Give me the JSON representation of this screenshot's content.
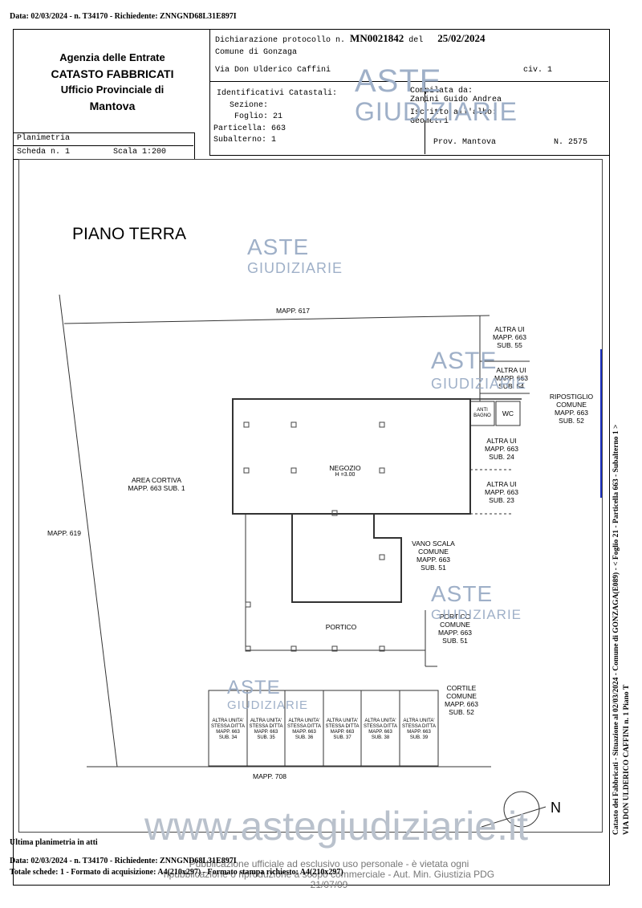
{
  "top_header": "Data: 02/03/2024 - n. T34170 - Richiedente: ZNNGND68L31E897I",
  "agency": {
    "line1": "Agenzia delle Entrate",
    "line2": "CATASTO FABBRICATI",
    "line3": "Ufficio Provinciale di",
    "line4": "Mantova"
  },
  "declaration": {
    "label": "Dichiarazione protocollo n.",
    "protocol": "MN0021842",
    "del_label": "del",
    "date": "25/02/2024",
    "comune": "Comune di Gonzaga",
    "address": "Via Don Ulderico Caffini",
    "civ": "civ. 1"
  },
  "identifiers": {
    "title": "Identificativi Catastali:",
    "sezione": "Sezione:",
    "foglio": "Foglio: 21",
    "particella": "Particella: 663",
    "subalterno": "Subalterno: 1"
  },
  "compiler": {
    "compilata_label": "Compilata da:",
    "name": "Zanini Guido Andrea",
    "iscritto_label": "Iscritto all'albo:",
    "albo": "Geometri",
    "prov": "Prov. Mantova",
    "number": "N. 2575"
  },
  "planimetria": {
    "title": "Planimetria",
    "scheda": "Scheda n. 1",
    "scala": "Scala 1:200"
  },
  "floor_title": "PIANO TERRA",
  "plan_labels": {
    "mapp617": "MAPP. 617",
    "mapp619": "MAPP. 619",
    "mapp708": "MAPP. 708",
    "area_cortiva": [
      "AREA CORTIVA",
      "MAPP. 663 SUB. 1"
    ],
    "negozio": "NEGOZIO",
    "negozio_h": "H =3.00",
    "anti_bagno": [
      "ANTI",
      "BAGNO"
    ],
    "wc": "WC",
    "portico": "PORTICO",
    "altra_ui_55": [
      "ALTRA UI",
      "MAPP. 663",
      "SUB. 55"
    ],
    "altra_ui_54": [
      "ALTRA UI",
      "MAPP. 663",
      "SUB. 54"
    ],
    "ripostiglio": [
      "RIPOSTIGLIO",
      "COMUNE",
      "MAPP. 663",
      "SUB. 52"
    ],
    "altra_ui_24": [
      "ALTRA UI",
      "MAPP. 663",
      "SUB. 24"
    ],
    "altra_ui_23": [
      "ALTRA UI",
      "MAPP. 663",
      "SUB. 23"
    ],
    "vano_scala": [
      "VANO SCALA",
      "COMUNE",
      "MAPP. 663",
      "SUB. 51"
    ],
    "portico_comune": [
      "PORTICO",
      "COMUNE",
      "MAPP. 663",
      "SUB. 51"
    ],
    "cortile_comune": [
      "CORTILE",
      "COMUNE",
      "MAPP. 663",
      "SUB. 52"
    ],
    "garages": [
      [
        "ALTRA UNITA'",
        "STESSA DITTA",
        "MAPP. 663",
        "SUB. 34"
      ],
      [
        "ALTRA UNITA'",
        "STESSA DITTA",
        "MAPP. 663",
        "SUB. 35"
      ],
      [
        "ALTRA UNITA'",
        "STESSA DITTA",
        "MAPP. 663",
        "SUB. 36"
      ],
      [
        "ALTRA UNITA'",
        "STESSA DITTA",
        "MAPP. 663",
        "SUB. 37"
      ],
      [
        "ALTRA UNITA'",
        "STESSA DITTA",
        "MAPP. 663",
        "SUB. 38"
      ],
      [
        "ALTRA UNITA'",
        "STESSA DITTA",
        "MAPP. 663",
        "SUB. 39"
      ]
    ],
    "north": "N"
  },
  "watermarks": {
    "aste": "ASTE",
    "giudiziarie": "GIUDIZIARIE",
    "site": "www.astegiudiziarie.it",
    "notice1": "Pubblicazione ufficiale ad esclusivo uso personale - è vietata ogni",
    "notice2": "ripubblicazione o riproduzione a scopo commerciale - Aut. Min. Giustizia PDG 21/07/09"
  },
  "footer": {
    "ultima": "Ultima planimetria in atti",
    "line1": "Data: 02/03/2024 - n. T34170 - Richiedente: ZNNGND68L31E897I",
    "line2": "Totale schede: 1 - Formato di acquisizione: A4(210x297) - Formato stampa richiesto: A4(210x297)"
  },
  "side": {
    "line1": "Catasto dei Fabbricati - Situazione al 02/03/2024 - Comune di GONZAGA(E089) - < Foglio 21 - Particella 663 - Subalterno 1 >",
    "line2": "VIA DON ULDERICO CAFFINI n. 1 Piano T"
  }
}
